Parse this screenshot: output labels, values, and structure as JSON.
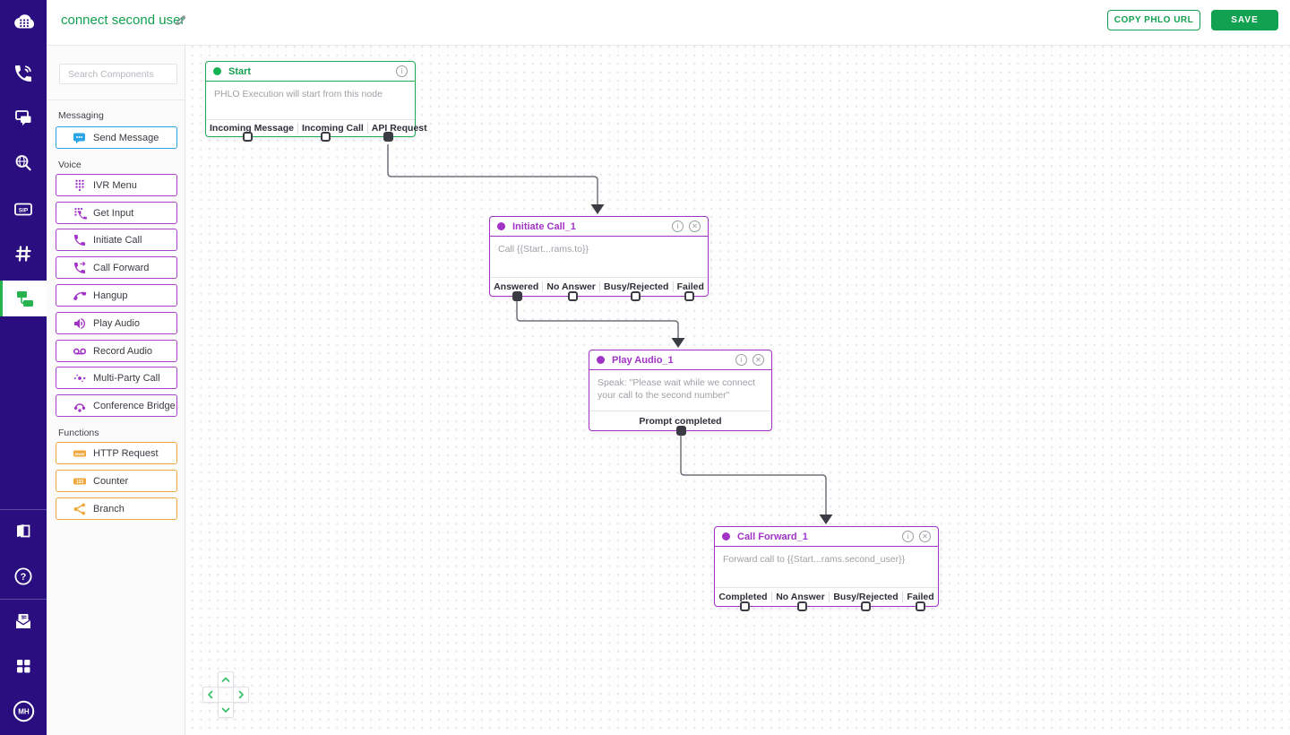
{
  "header": {
    "title": "connect second user",
    "copy_phlo_url_label": "COPY PHLO URL",
    "save_label": "SAVE"
  },
  "rail": {
    "icons": [
      "plivo-logo",
      "voice-phone",
      "messaging-chat",
      "number-search",
      "sip-trunk",
      "shortcode-hash",
      "phlo-flow",
      "docs-book",
      "help-circle",
      "billing-envelope",
      "apps-grid",
      "account-avatar"
    ],
    "active_item": "phlo-flow",
    "sip_label": "SIP",
    "avatar_initials": "MH"
  },
  "panel": {
    "search_placeholder": "Search Components",
    "sections": [
      {
        "label": "Messaging",
        "items": [
          {
            "label": "Send Message",
            "icon": "chat-bubble-icon",
            "color": "#29a3e4"
          }
        ]
      },
      {
        "label": "Voice",
        "items": [
          {
            "label": "IVR Menu",
            "icon": "dialpad-icon",
            "color": "#a233c7"
          },
          {
            "label": "Get Input",
            "icon": "keypad-input-icon",
            "color": "#a233c7"
          },
          {
            "label": "Initiate Call",
            "icon": "phone-icon",
            "color": "#a233c7"
          },
          {
            "label": "Call Forward",
            "icon": "phone-forward-icon",
            "color": "#a233c7"
          },
          {
            "label": "Hangup",
            "icon": "phone-hangup-icon",
            "color": "#a233c7"
          },
          {
            "label": "Play Audio",
            "icon": "speaker-icon",
            "color": "#a233c7"
          },
          {
            "label": "Record Audio",
            "icon": "voicemail-icon",
            "color": "#a233c7"
          },
          {
            "label": "Multi-Party Call",
            "icon": "multi-dots-icon",
            "color": "#a233c7"
          },
          {
            "label": "Conference Bridge",
            "icon": "conference-icon",
            "color": "#a233c7"
          }
        ]
      },
      {
        "label": "Functions",
        "items": [
          {
            "label": "HTTP Request",
            "icon": "www-badge-icon",
            "badge": "www",
            "color": "#f0a73c"
          },
          {
            "label": "Counter",
            "icon": "counter-badge-icon",
            "badge": "123",
            "color": "#f0a73c"
          },
          {
            "label": "Branch",
            "icon": "branch-icon",
            "color": "#f0a73c"
          }
        ]
      }
    ]
  },
  "canvas": {
    "nodes": [
      {
        "id": "start",
        "title": "Start",
        "color": "#1dac55",
        "description": "PHLO Execution will start from this node",
        "outputs": [
          {
            "label": "Incoming Message",
            "connected": false
          },
          {
            "label": "Incoming Call",
            "connected": false
          },
          {
            "label": "API Request",
            "connected": true
          }
        ]
      },
      {
        "id": "initiate_call_1",
        "title": "Initiate Call_1",
        "color": "#a233c7",
        "description": "Call {{Start...rams.to}}",
        "outputs": [
          {
            "label": "Answered",
            "connected": true
          },
          {
            "label": "No Answer",
            "connected": false
          },
          {
            "label": "Busy/Rejected",
            "connected": false
          },
          {
            "label": "Failed",
            "connected": false
          }
        ]
      },
      {
        "id": "play_audio_1",
        "title": "Play Audio_1",
        "color": "#a233c7",
        "description": "Speak: \"Please wait while we connect your call to the second number\"",
        "outputs": [
          {
            "label": "Prompt completed",
            "connected": true
          }
        ]
      },
      {
        "id": "call_forward_1",
        "title": "Call Forward_1",
        "color": "#a233c7",
        "description": "Forward call to {{Start...rams.second_user}}",
        "outputs": [
          {
            "label": "Completed",
            "connected": false
          },
          {
            "label": "No Answer",
            "connected": false
          },
          {
            "label": "Busy/Rejected",
            "connected": false
          },
          {
            "label": "Failed",
            "connected": false
          }
        ]
      }
    ],
    "connections": [
      {
        "from": "start:API Request",
        "to": "initiate_call_1"
      },
      {
        "from": "initiate_call_1:Answered",
        "to": "play_audio_1"
      },
      {
        "from": "play_audio_1:Prompt completed",
        "to": "call_forward_1"
      }
    ]
  },
  "colors": {
    "sidebar_indigo": "#2a0e7f",
    "accent_green": "#12a150",
    "node_purple": "#a233c7",
    "messaging_blue": "#29a3e4",
    "function_orange": "#f0a73c",
    "wire_gray": "#70707a"
  }
}
